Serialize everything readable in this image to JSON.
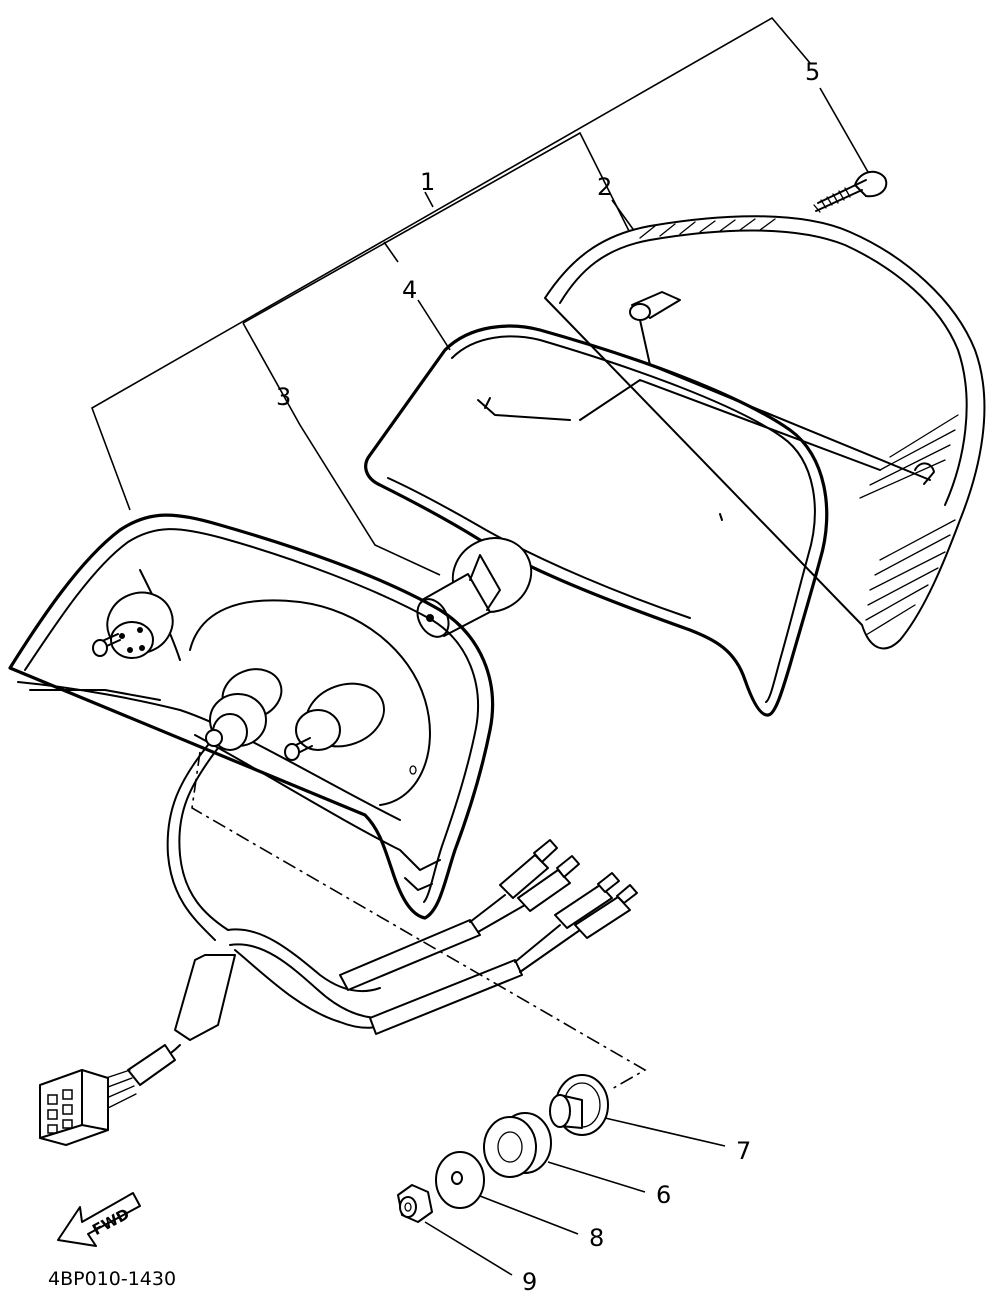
{
  "callouts": [
    {
      "id": "1",
      "label": "1"
    },
    {
      "id": "2",
      "label": "2"
    },
    {
      "id": "3",
      "label": "3"
    },
    {
      "id": "4",
      "label": "4"
    },
    {
      "id": "5",
      "label": "5"
    },
    {
      "id": "6",
      "label": "6"
    },
    {
      "id": "7",
      "label": "7"
    },
    {
      "id": "8",
      "label": "8"
    },
    {
      "id": "9",
      "label": "9"
    }
  ],
  "direction_marker": {
    "label": "FWD",
    "icon": "fwd-arrow-icon"
  },
  "drawing_number": "4BP010-1430",
  "colors": {
    "line": "#000000",
    "background": "#ffffff"
  }
}
